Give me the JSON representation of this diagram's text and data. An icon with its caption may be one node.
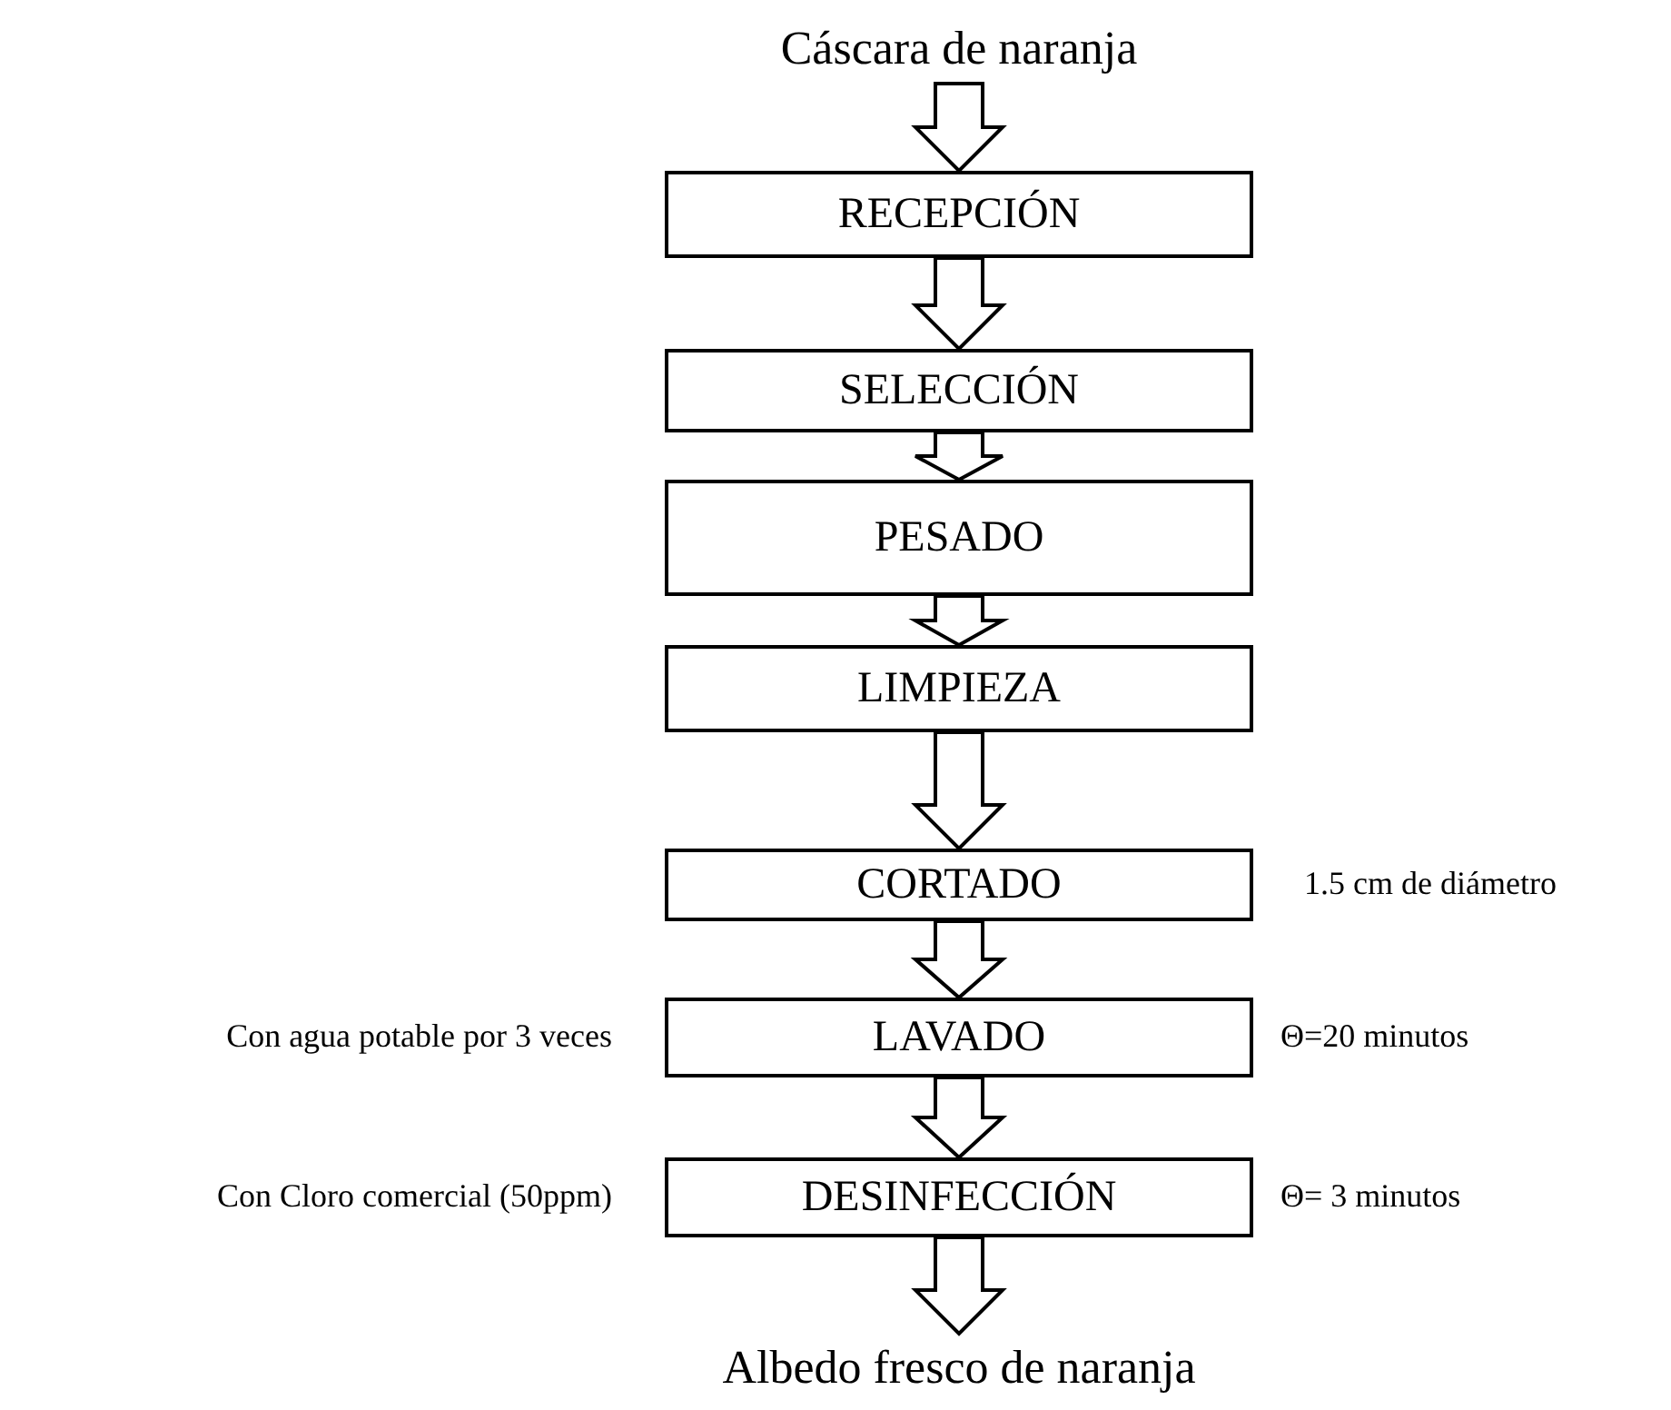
{
  "diagram": {
    "nodes": [
      {
        "text": [
          "Cáscara de naranja"
        ]
      },
      {
        "text": [
          "RECEPCIÓN"
        ]
      },
      {
        "text": [
          "SELECCIÓN"
        ]
      },
      {
        "text": [
          "PESADO"
        ]
      },
      {
        "text": [
          "LIMPIEZA"
        ]
      },
      {
        "text": [
          "CORTADO"
        ],
        "beside": [
          "1.5 cm de diámetro"
        ]
      },
      {
        "text": [
          "LAVADO"
        ],
        "beside": [
          "Con agua potable por 3 veces",
          "Θ=20 minutos"
        ]
      },
      {
        "text": [
          "DESINFECCIÓN"
        ],
        "beside": [
          "Con Cloro comercial (50ppm)",
          "Θ= 3 minutos"
        ]
      },
      {
        "text": [
          "Albedo fresco de naranja"
        ]
      }
    ],
    "edges": [
      {
        "from": 0,
        "to": 1,
        "arrow": "to"
      },
      {
        "from": 1,
        "to": 2,
        "arrow": "to"
      },
      {
        "from": 2,
        "to": 3,
        "arrow": "to"
      },
      {
        "from": 3,
        "to": 4,
        "arrow": "to"
      },
      {
        "from": 4,
        "to": 5,
        "arrow": "to"
      },
      {
        "from": 5,
        "to": 6,
        "arrow": "to"
      },
      {
        "from": 6,
        "to": 7,
        "arrow": "to"
      },
      {
        "from": 7,
        "to": 8,
        "arrow": "to"
      }
    ]
  }
}
